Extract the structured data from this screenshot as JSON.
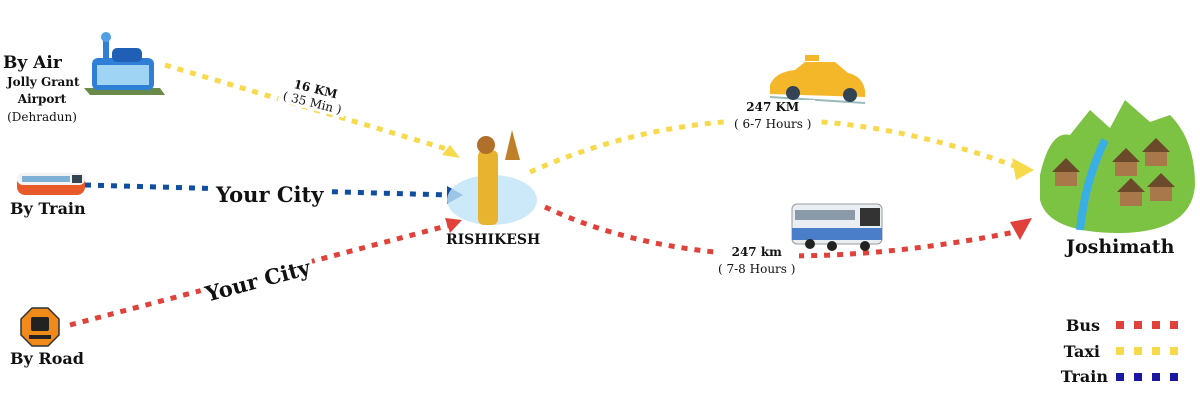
{
  "colors": {
    "bus": "#e0413a",
    "taxi": "#f7d94c",
    "train": "#0f4ea0",
    "legend_train": "#1a17a0"
  },
  "sources": {
    "air": {
      "title": "By Air",
      "name_line1": "Jolly Grant",
      "name_line2": "Airport",
      "city": "(Dehradun)",
      "icon": "airport-icon"
    },
    "train": {
      "title": "By Train",
      "icon": "train-icon"
    },
    "road": {
      "title": "By Road",
      "icon": "bus-stop-icon"
    }
  },
  "routes": {
    "air": {
      "distance": "16 KM",
      "time": "( 35 Min )"
    },
    "train": {
      "label": "Your City"
    },
    "road": {
      "label": "Your City"
    },
    "taxi": {
      "distance": "247 KM",
      "time": "( 6-7 Hours )",
      "icon": "taxi-icon"
    },
    "bus": {
      "distance": "247 km",
      "time": "( 7-8 Hours )",
      "icon": "bus-icon"
    }
  },
  "hub": {
    "name": "RISHIKESH",
    "icon": "ganga-aarti-icon"
  },
  "destination": {
    "name": "Joshimath",
    "icon": "village-icon"
  },
  "legend": [
    {
      "label": "Bus",
      "color": "#e0413a"
    },
    {
      "label": "Taxi",
      "color": "#f7d94c"
    },
    {
      "label": "Train",
      "color": "#1a17a0"
    }
  ]
}
